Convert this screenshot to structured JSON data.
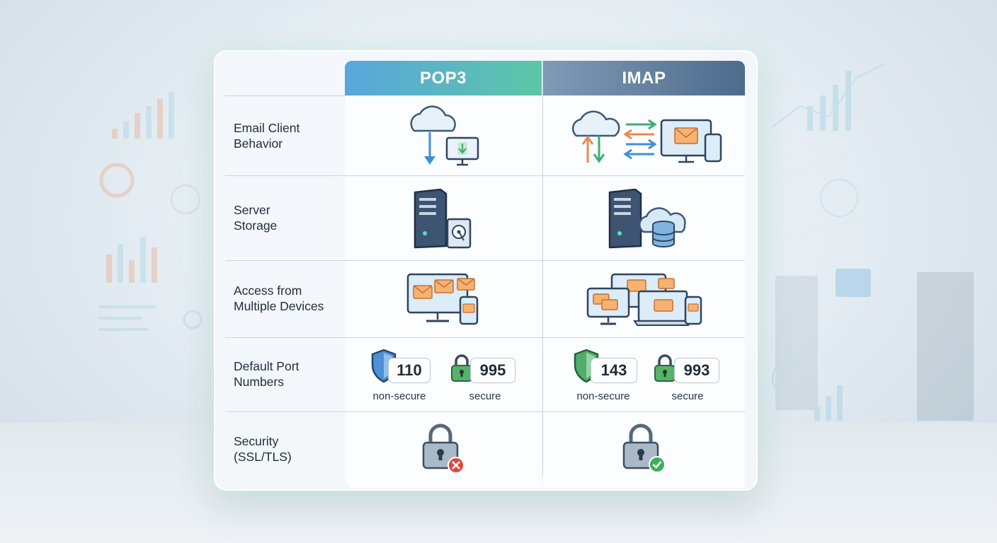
{
  "columns": {
    "pop3": "POP3",
    "imap": "IMAP"
  },
  "rows": [
    {
      "label": "Email Client\nBehavior"
    },
    {
      "label": "Server\nStorage"
    },
    {
      "label": "Access from\nMultiple Devices"
    },
    {
      "label": "Default Port\nNumbers"
    },
    {
      "label": "Security\n(SSL/TLS)"
    }
  ],
  "ports": {
    "pop3": {
      "nonsecure": "110",
      "secure": "995"
    },
    "imap": {
      "nonsecure": "143",
      "secure": "993"
    },
    "nonsecure_caption": "non-secure",
    "secure_caption": "secure"
  },
  "colors": {
    "pop3_header_start": "#5aa6dc",
    "pop3_header_end": "#5cc6a8",
    "imap_header_start": "#7f9ab5",
    "imap_header_end": "#4e6b8c",
    "accent_blue": "#3f8fd6",
    "accent_green": "#3fae6e",
    "accent_orange": "#e98a4b",
    "error_red": "#e0473f",
    "ok_green": "#3fae5a"
  },
  "icons": {
    "pop3_behavior": "cloud-download-to-computer-icon",
    "imap_behavior": "cloud-sync-with-devices-icon",
    "pop3_storage": "server-with-hard-drive-icon",
    "imap_storage": "server-with-cloud-database-icon",
    "pop3_access": "single-computer-and-phone-icon",
    "imap_access": "multiple-devices-icon",
    "nonsecure_port": "shield-icon",
    "secure_port": "padlock-icon",
    "pop3_security": "padlock-error-icon",
    "imap_security": "padlock-check-icon"
  }
}
